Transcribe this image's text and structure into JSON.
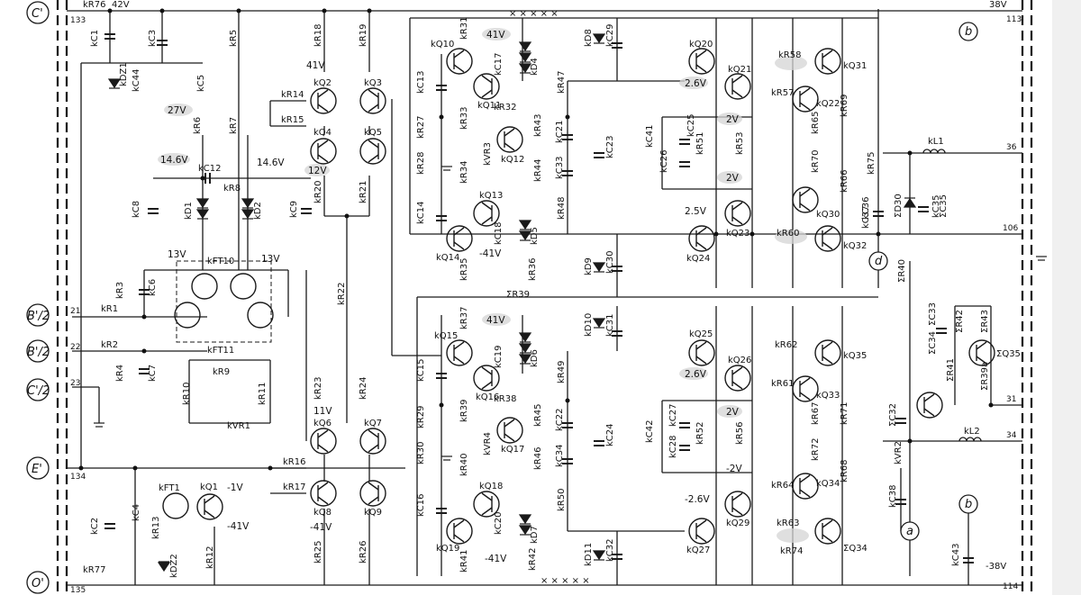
{
  "terminals": [
    {
      "id": "t-cp",
      "label": "C'"
    },
    {
      "id": "t-bp2a",
      "label": "B'/2"
    },
    {
      "id": "t-bp2b",
      "label": "B'/2"
    },
    {
      "id": "t-cp2",
      "label": "C'/2"
    },
    {
      "id": "t-ep",
      "label": "E'"
    },
    {
      "id": "t-op",
      "label": "O'"
    },
    {
      "id": "t-a",
      "label": "a"
    },
    {
      "id": "t-b1",
      "label": "b"
    },
    {
      "id": "t-b2",
      "label": "b"
    },
    {
      "id": "t-d",
      "label": "d"
    }
  ],
  "nodes": [
    "133",
    "134",
    "135",
    "21",
    "22",
    "23",
    "113",
    "36",
    "106",
    "31",
    "34",
    "114"
  ],
  "supplies": [
    "42V",
    "38V",
    "-38V"
  ],
  "voltages": [
    "27V",
    "14.6V",
    "14.6V",
    "12V",
    "41V",
    "13V",
    "13V",
    "11V",
    "-41V",
    "-1V",
    "-41V",
    "41V",
    "-41V",
    "41V",
    "-41V",
    "2.6V",
    "2V",
    "2V",
    "2.5V",
    "2.6V",
    "2V",
    "-2V",
    "-2.6V"
  ],
  "transistors": [
    "kQ1",
    "kQ2",
    "kQ3",
    "kQ4",
    "kQ5",
    "kQ6",
    "kQ7",
    "kQ8",
    "kQ9",
    "kQ10",
    "kQ11",
    "kQ12",
    "kQ13",
    "kQ14",
    "kQ15",
    "kQ16",
    "kQ17",
    "kQ18",
    "kQ19",
    "kQ20",
    "kQ21",
    "kQ22",
    "kQ23",
    "kQ24",
    "kQ25",
    "kQ26",
    "kQ27",
    "kQ29",
    "kQ30",
    "kQ31",
    "kQ32",
    "kQ33",
    "kQ34",
    "kQ35",
    "ΣQ34",
    "ΣQ35"
  ],
  "fets": [
    "kFT1",
    "kFT10",
    "kFT11"
  ],
  "resistors": [
    "kR76",
    "kR77",
    "kR5",
    "kR18",
    "kR19",
    "kR14",
    "kR15",
    "kR6",
    "kR7",
    "kR8",
    "kR3",
    "kR1",
    "kR2",
    "kR4",
    "kR9",
    "kR10",
    "kR11",
    "kVR1",
    "kR12",
    "kR13",
    "kR16",
    "kR17",
    "kR20",
    "kR21",
    "kR22",
    "kR23",
    "kR24",
    "kR25",
    "kR26",
    "kR27",
    "kR28",
    "kR29",
    "kR30",
    "kR31",
    "kR32",
    "kR33",
    "kR34",
    "kR35",
    "kR36",
    "kR37",
    "kR38",
    "kR39",
    "kR40",
    "kR41",
    "kR42",
    "kR43",
    "kR44",
    "kR45",
    "kR46",
    "kR47",
    "kR48",
    "kR49",
    "kR50",
    "kR51",
    "kR52",
    "kR53",
    "kR56",
    "kR57",
    "kR58",
    "kR60",
    "kR61",
    "kR62",
    "kR63",
    "kR64",
    "kR65",
    "kR66",
    "kR67",
    "kR68",
    "kR69",
    "kR70",
    "kR71",
    "kR72",
    "kR74",
    "kR75",
    "kVR2",
    "kVR3",
    "kVR4",
    "ΣR39",
    "ΣR40",
    "ΣR41",
    "ΣR42",
    "ΣR43",
    "ΣR39a"
  ],
  "capacitors": [
    "kC1",
    "kC2",
    "kC3",
    "kC4",
    "kC5",
    "kC6",
    "kC7",
    "kC8",
    "kC9",
    "kC12",
    "kC13",
    "kC14",
    "kC15",
    "kC16",
    "kC17",
    "kC18",
    "kC19",
    "kC20",
    "kC21",
    "kC22",
    "kC23",
    "kC24",
    "kC25",
    "kC26",
    "kC27",
    "kC28",
    "kC29",
    "kC30",
    "kC31",
    "kC32",
    "kC33",
    "kC34",
    "kC35",
    "kC36",
    "kC37",
    "kC38",
    "kC41",
    "kC42",
    "kC43",
    "kC44",
    "ΣC32",
    "ΣC33",
    "ΣC34",
    "ΣC35"
  ],
  "diodes": [
    "kD1",
    "kD2",
    "kD4",
    "kD5",
    "kD6",
    "kD7",
    "kD8",
    "kD9",
    "kD10",
    "kD11",
    "kDZ1",
    "kDZ2",
    "ΣD30"
  ],
  "coils": [
    "kL1",
    "kL2"
  ],
  "marks": [
    "× × × × ×",
    "× × × × ×"
  ]
}
